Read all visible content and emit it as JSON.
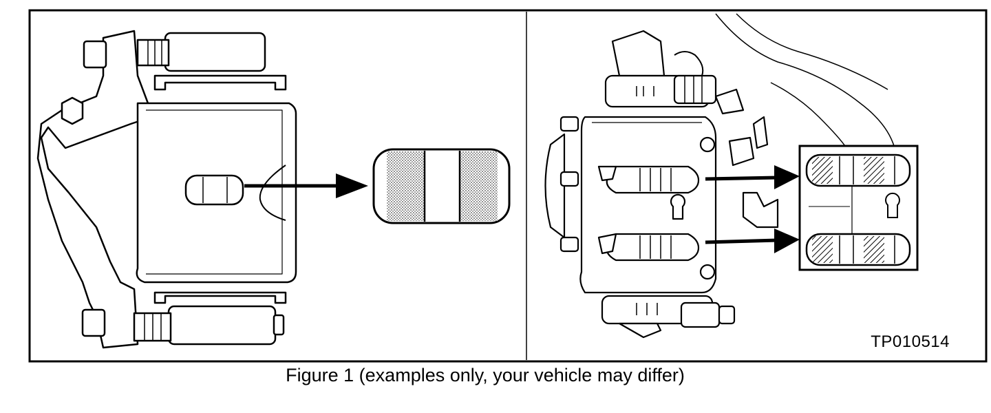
{
  "figure": {
    "code": "TP010514",
    "caption": "Figure 1 (examples only, your vehicle may differ)"
  },
  "panels": {
    "left": {
      "subject": "brake caliper with single inspection window",
      "detail": "brake pad wear indicator, enlarged"
    },
    "right": {
      "subject": "brake caliper with two inspection windows",
      "detail": "two brake pads, enlarged"
    }
  },
  "colors": {
    "ink": "#000000",
    "paper": "#ffffff",
    "pad_fill": "#bdbdbd"
  }
}
